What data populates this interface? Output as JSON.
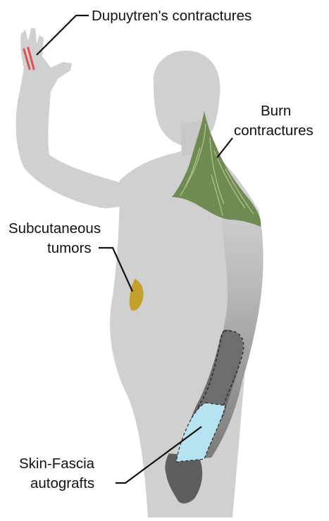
{
  "labels": {
    "dupuytren": "Dupuytren's contractures",
    "burn_line1": "Burn",
    "burn_line2": "contractures",
    "subcut_line1": "Subcutaneous",
    "subcut_line2": "tumors",
    "graft_line1": "Skin-Fascia",
    "graft_line2": "autografts"
  },
  "colors": {
    "body": "#d0d0d0",
    "arm_shadow": "#9a9a9a",
    "forearm_dark": "#666666",
    "burn": "#6f8a52",
    "burn_streak": "#a9bf87",
    "tumor": "#c3a12c",
    "graft": "#b7e2f1",
    "dupuytren": "#d9534f"
  }
}
